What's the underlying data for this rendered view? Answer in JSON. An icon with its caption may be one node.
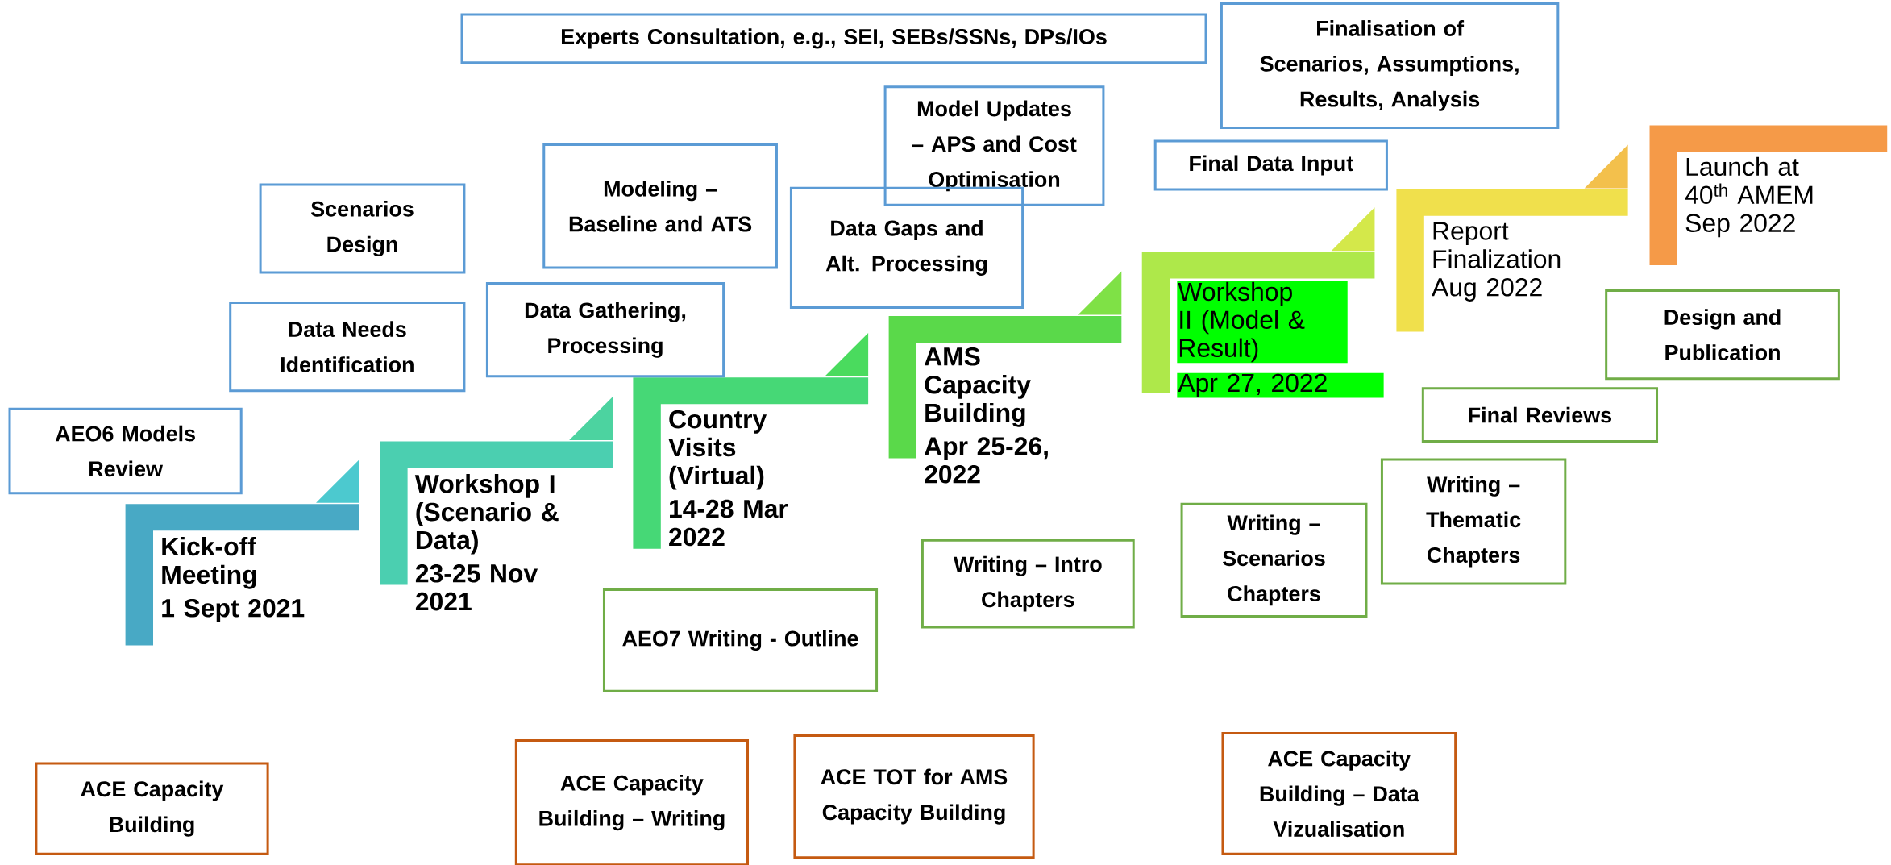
{
  "diagram": {
    "nodes": [
      {
        "text": [
          "Kick-off Meeting",
          "1 Sept 2021"
        ]
      },
      {
        "text": [
          "Workshop I (Scenario & Data)",
          "23-25 Nov 2021"
        ]
      },
      {
        "text": [
          "Country Visits (Virtual)",
          "14-28 Mar 2022"
        ]
      },
      {
        "text": [
          "AMS Capacity Building",
          "Apr 25-26, 2022"
        ]
      },
      {
        "text": [
          "Workshop II (Model & Result)",
          "Apr 27, 2022"
        ]
      },
      {
        "text": [
          "Report Finalization",
          "Aug 2022"
        ]
      },
      {
        "text": [
          "Launch at 40$^{th}$ AMEM",
          "Sep 2022"
        ]
      },
      {
        "text": [
          "Experts Consultation, e.g., SEI, SEBs/SSNs, DPs/IOs"
        ]
      },
      {
        "text": [
          "Finalisation of Scenarios, Assumptions, Results, Analysis"
        ]
      },
      {
        "text": [
          "Model Updates – APS and Cost Optimisation"
        ]
      },
      {
        "text": [
          "Final Data Input"
        ]
      },
      {
        "text": [
          "Modeling – Baseline and ATS"
        ]
      },
      {
        "text": [
          "Scenarios Design"
        ]
      },
      {
        "text": [
          "Data Gaps and Alt. Processing"
        ]
      },
      {
        "text": [
          "Data Needs Identification"
        ]
      },
      {
        "text": [
          "Data Gathering, Processing"
        ]
      },
      {
        "text": [
          "AEO6 Models Review"
        ]
      },
      {
        "text": [
          "Design and Publication"
        ]
      },
      {
        "text": [
          "Final Reviews"
        ]
      },
      {
        "text": [
          "Writing – Thematic Chapters"
        ]
      },
      {
        "text": [
          "Writing – Scenarios Chapters"
        ]
      },
      {
        "text": [
          "Writing – Intro Chapters"
        ]
      },
      {
        "text": [
          "AEO7 Writing - Outline"
        ]
      },
      {
        "text": [
          "ACE Capacity Building"
        ]
      },
      {
        "text": [
          "ACE Capacity Building – Writing"
        ]
      },
      {
        "text": [
          "ACE TOT for AMS Capacity Building"
        ]
      },
      {
        "text": [
          "ACE Capacity Building – Data Vizualisation"
        ]
      }
    ]
  }
}
